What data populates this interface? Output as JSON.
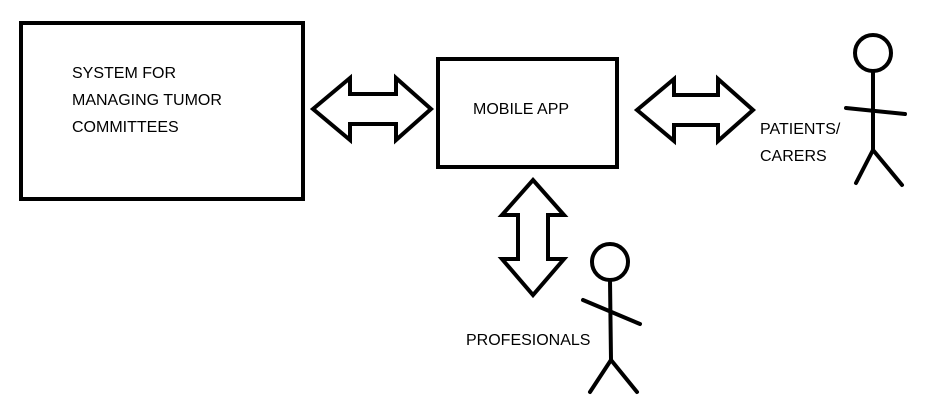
{
  "diagram": {
    "nodes": {
      "system": {
        "lines": [
          "SYSTEM FOR",
          "MANAGING TUMOR",
          "COMMITTEES"
        ]
      },
      "mobile_app": {
        "label": "MOBILE APP"
      },
      "patients": {
        "lines": [
          "PATIENTS/",
          "CARERS"
        ]
      },
      "professionals": {
        "label": "PROFESIONALS"
      }
    },
    "connections": [
      {
        "from": "system",
        "to": "mobile_app",
        "type": "bidirectional"
      },
      {
        "from": "mobile_app",
        "to": "patients",
        "type": "bidirectional"
      },
      {
        "from": "mobile_app",
        "to": "professionals",
        "type": "bidirectional"
      }
    ],
    "colors": {
      "stroke": "#000000",
      "background": "#ffffff"
    }
  }
}
